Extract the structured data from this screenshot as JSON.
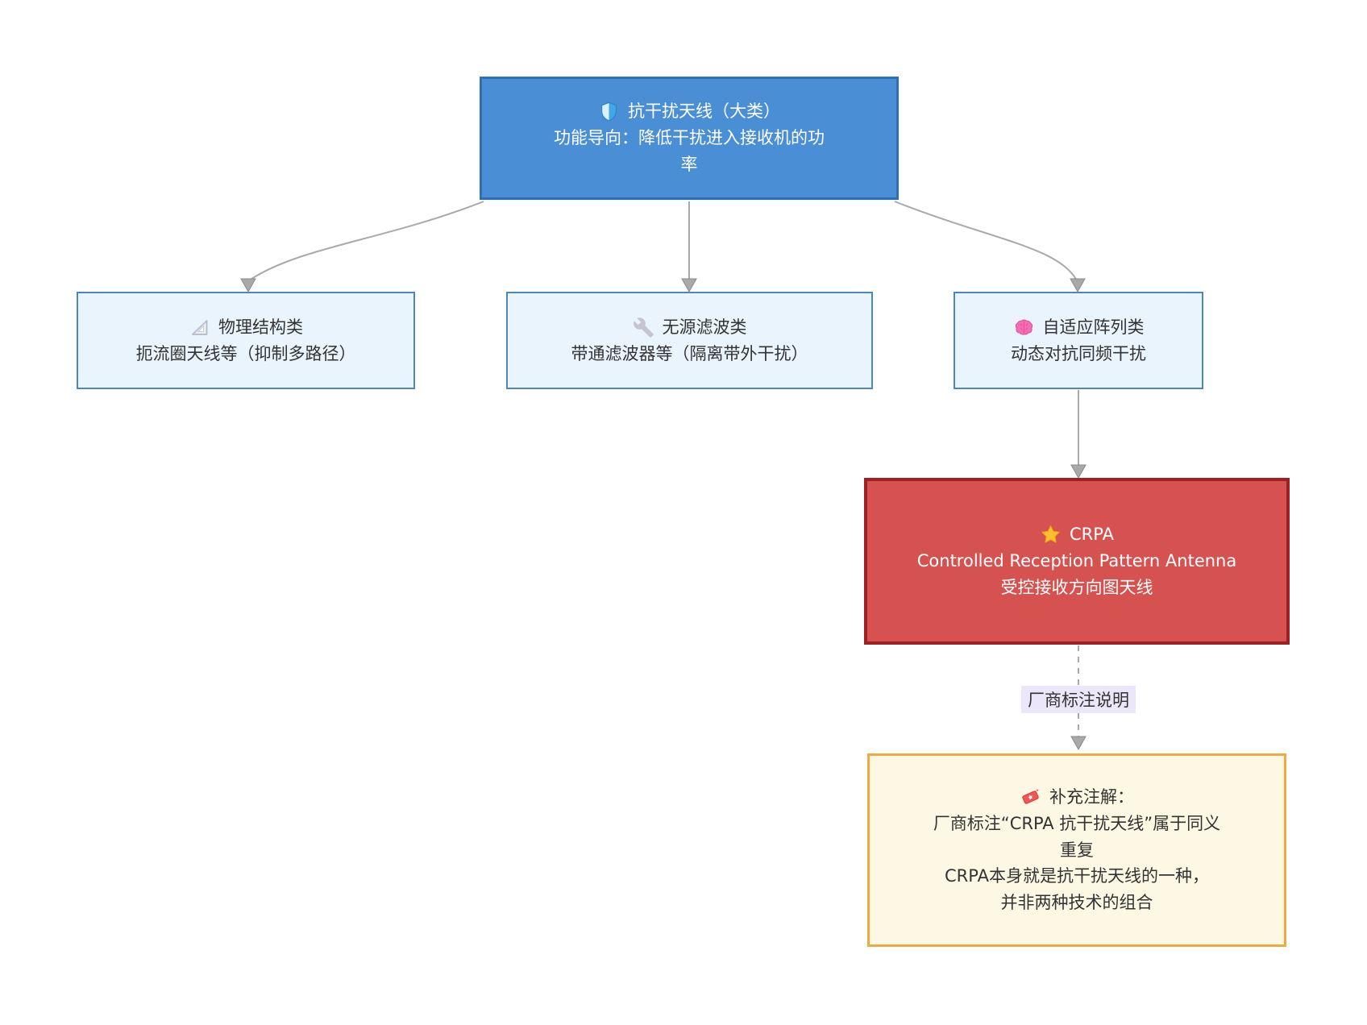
{
  "diagram": {
    "edge_label": "厂商标注说明",
    "nodes": {
      "root": {
        "icon": "shield-icon",
        "title": "抗干扰天线（大类）",
        "subtitle": "功能导向：降低干扰进入接收机的功率"
      },
      "physical": {
        "icon": "triangle-ruler-icon",
        "title": "物理结构类",
        "subtitle": "扼流圈天线等（抑制多路径）"
      },
      "passive_filter": {
        "icon": "wrench-icon",
        "title": "无源滤波类",
        "subtitle": "带通滤波器等（隔离带外干扰）"
      },
      "adaptive": {
        "icon": "brain-icon",
        "title": "自适应阵列类",
        "subtitle": "动态对抗同频干扰"
      },
      "crpa": {
        "icon": "star-icon",
        "title": "CRPA",
        "subtitle_en": "Controlled Reception Pattern Antenna",
        "subtitle_zh": "受控接收方向图天线"
      },
      "note": {
        "icon": "ticket-icon",
        "title": "补充注解：",
        "line1": "厂商标注“CRPA 抗干扰天线”属于同义重复",
        "line2": "CRPA本身就是抗干扰天线的一种，",
        "line3": "并非两种技术的组合"
      }
    },
    "colors": {
      "root_fill": "#4a8fd6",
      "root_border": "#2e70b8",
      "branch_fill": "#eaf4fd",
      "branch_border": "#4c87ba",
      "crpa_fill": "#d65250",
      "crpa_border": "#9e2023",
      "note_fill": "#fcf8e3",
      "note_border": "#f0a93c",
      "edge_label_bg": "#ebe6f9",
      "edge_line": "#a9a9a9",
      "text_dark": "#333333",
      "text_light": "#ffffff"
    }
  }
}
